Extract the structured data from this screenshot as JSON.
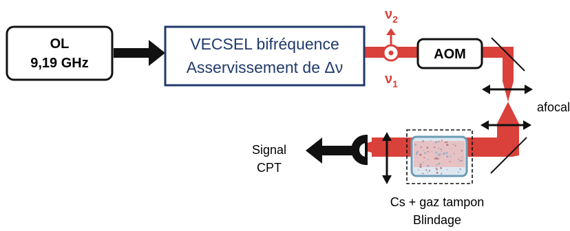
{
  "ol_box": {
    "line1": "OL",
    "line2": "9,19 GHz"
  },
  "vecsel_box": {
    "line1": "VECSEL bifréquence",
    "line2": "Asservissement de Δν"
  },
  "nu2": {
    "base": "ν",
    "sub": "2"
  },
  "nu1": {
    "base": "ν",
    "sub": "1"
  },
  "aom": {
    "label": "AOM"
  },
  "afocal": {
    "label": "afocal"
  },
  "signal": {
    "line1": "Signal",
    "line2": "CPT"
  },
  "cell": {
    "line1": "Cs + gaz tampon",
    "line2": "Blindage"
  },
  "colors": {
    "beam": "#d9413a",
    "box_border_blue": "#1f3a6b",
    "vecsel_text": "#1f3a6b",
    "arrow": "#111111",
    "cell_fill": "#dde7f1",
    "cell_border": "#6a9cb3"
  }
}
